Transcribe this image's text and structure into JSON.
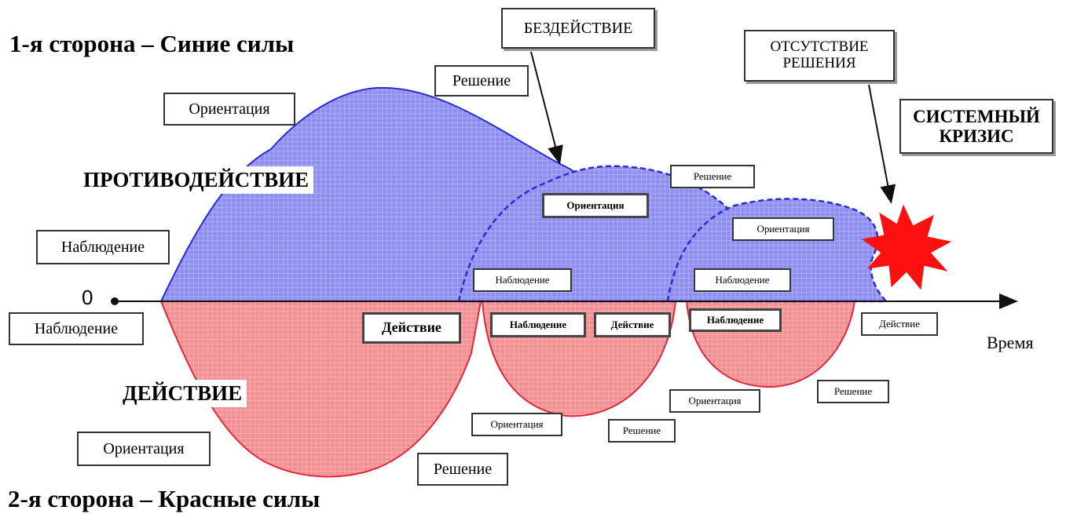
{
  "headings": {
    "side1": "1-я сторона – Синие силы",
    "side2": "2-я сторона – Красные силы",
    "counteraction": "ПРОТИВОДЕЙСТВИЕ",
    "action": "ДЕЙСТВИЕ",
    "time": "Время",
    "zero": "0"
  },
  "callouts": {
    "inaction": "БЕЗДЕЙСТВИЕ",
    "no_decision_line1": "ОТСУТСТВИЕ",
    "no_decision_line2": "РЕШЕНИЯ",
    "crisis_line1": "СИСТЕМНЫЙ",
    "crisis_line2": "КРИЗИС"
  },
  "blue_labels": {
    "orientation_1": "Ориентация",
    "decision_1": "Решение",
    "observation_1": "Наблюдение",
    "orientation_2": "Ориентация",
    "decision_2": "Решение",
    "observation_2": "Наблюдение",
    "orientation_3": "Ориентация",
    "observation_3": "Наблюдение"
  },
  "red_labels": {
    "observation_1": "Наблюдение",
    "action_1": "Действие",
    "orientation_1": "Ориентация",
    "decision_1": "Решение",
    "observation_2": "Наблюдение",
    "action_2": "Действие",
    "orientation_2": "Ориентация",
    "decision_2": "Решение",
    "observation_3": "Наблюдение",
    "action_3": "Действие",
    "orientation_3": "Ориентация",
    "decision_3": "Решение"
  },
  "colors": {
    "blue_fill": "#8e8ef5",
    "blue_line": "#2b2bd8",
    "red_fill": "#f58f92",
    "red_line": "#e0283a",
    "burst": "#ff1010"
  }
}
